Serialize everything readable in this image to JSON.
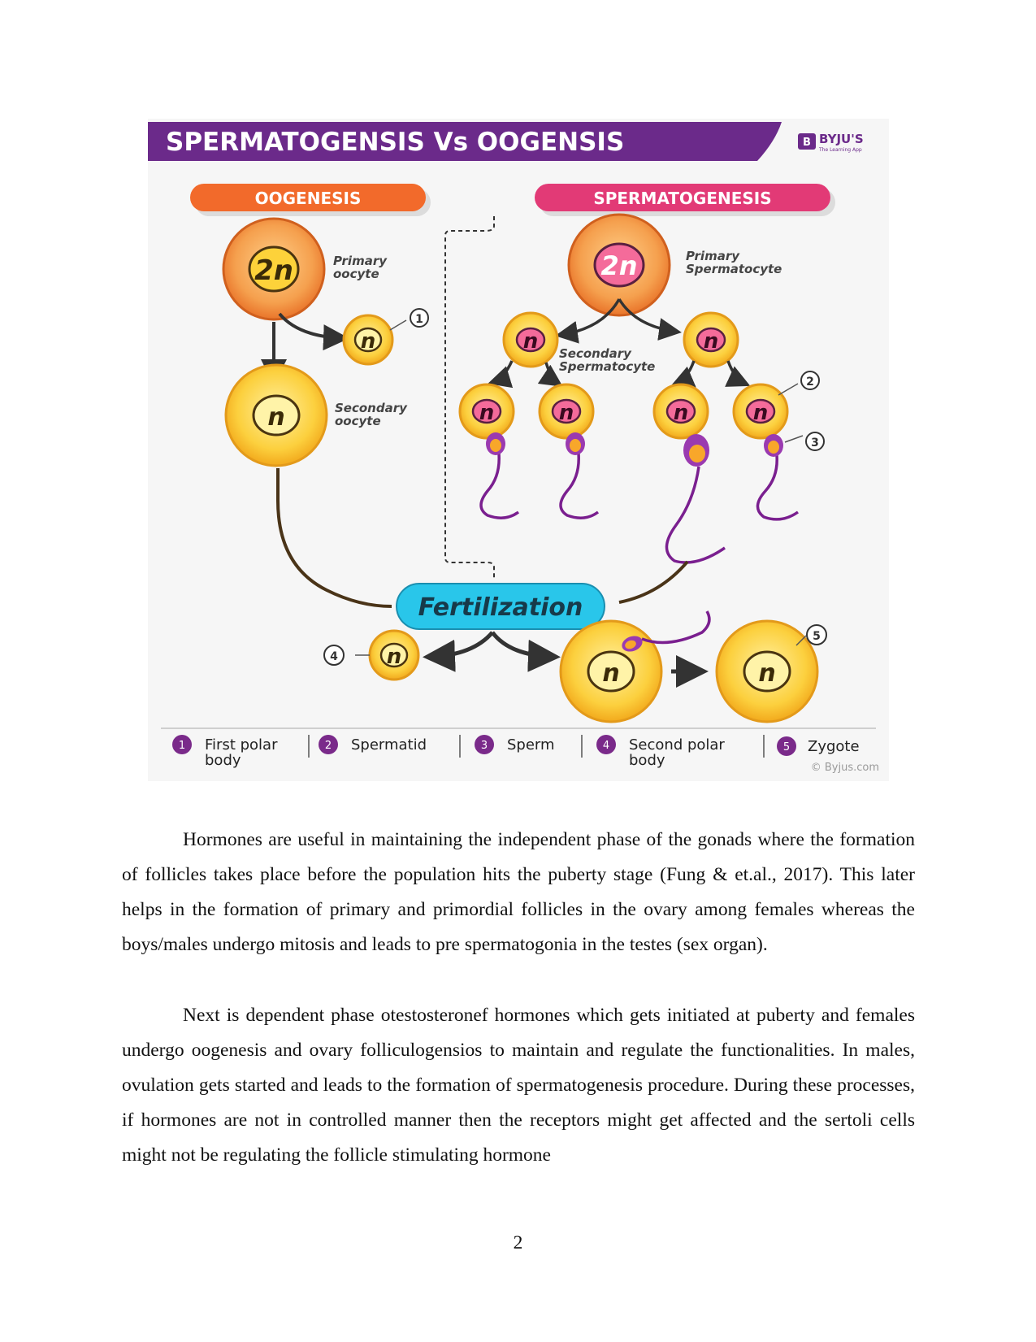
{
  "figure": {
    "title": "SPERMATOGENSIS Vs OOGENSIS",
    "brand_name": "BYJU'S",
    "brand_tagline": "The Learning App",
    "oogenesis_heading": "OOGENESIS",
    "spermatogenesis_heading": "SPERMATOGENESIS",
    "diploid_label": "2n",
    "haploid_label": "n",
    "primary_oocyte": [
      "Primary",
      "oocyte"
    ],
    "secondary_oocyte": [
      "Secondary",
      "oocyte"
    ],
    "primary_spermatocyte": [
      "Primary",
      "Spermatocyte"
    ],
    "secondary_spermatocyte": [
      "Secondary",
      "Spermatocyte"
    ],
    "fertilization": "Fertilization",
    "callouts": [
      "1",
      "2",
      "3",
      "4",
      "5"
    ],
    "legend": [
      {
        "num": "1",
        "lines": [
          "First polar",
          "body"
        ]
      },
      {
        "num": "2",
        "lines": [
          "Spermatid"
        ]
      },
      {
        "num": "3",
        "lines": [
          "Sperm"
        ]
      },
      {
        "num": "4",
        "lines": [
          "Second polar",
          "body"
        ]
      },
      {
        "num": "5",
        "lines": [
          "Zygote"
        ]
      }
    ],
    "copyright": "© Byjus.com",
    "colors": {
      "title_bar": "#6b2a8a",
      "oogenesis_pill": "#f26a2b",
      "spermatogenesis_pill": "#e23a76",
      "fertilization_pill": "#29c6ea",
      "cell_yellow": "#fbc42e",
      "cell_orange": "#f58a3c",
      "pink_nucleus": "#f46b9a",
      "sperm_tail": "#7a1f8f"
    }
  },
  "paragraphs": [
    "Hormones are useful in maintaining the independent phase of the gonads where the formation of follicles takes place before the population hits the puberty stage (Fung & et.al., 2017). This later helps in the formation of primary and primordial follicles in the ovary among females whereas the boys/males undergo mitosis and leads to pre spermatogonia in the testes (sex organ).",
    "Next is dependent phase otestosteronef hormones which gets initiated at puberty and females undergo oogenesis and ovary folliculogensios to maintain and regulate the functionalities. In males, ovulation gets started and leads to the formation of spermatogenesis procedure. During these processes, if hormones are not in controlled manner then the receptors might get affected and the sertoli cells might not be regulating the follicle stimulating hormone"
  ],
  "page_number": "2"
}
